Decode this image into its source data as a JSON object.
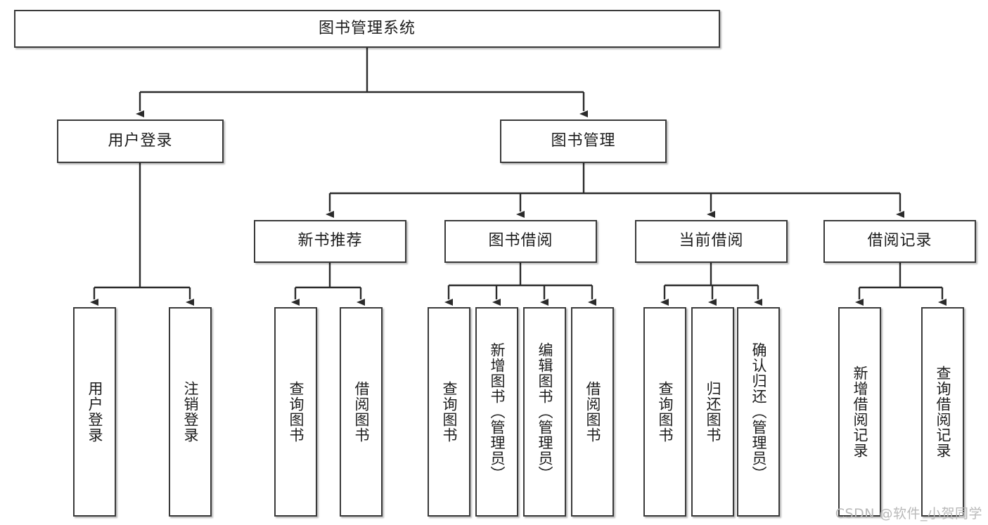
{
  "diagram": {
    "title_node": {
      "label": "图书管理系统"
    },
    "level2": [
      {
        "label": "用户登录"
      },
      {
        "label": "图书管理"
      }
    ],
    "level3": [
      {
        "label": "新书推荐"
      },
      {
        "label": "图书借阅"
      },
      {
        "label": "当前借阅"
      },
      {
        "label": "借阅记录"
      }
    ],
    "leaves": {
      "user_login": [
        {
          "label": "用户登录"
        },
        {
          "label": "注销登录"
        }
      ],
      "new_book_recommend": [
        {
          "label": "查询图书"
        },
        {
          "label": "借阅图书"
        }
      ],
      "book_borrow": [
        {
          "label": "查询图书"
        },
        {
          "label": "新增图书（管理员）"
        },
        {
          "label": "编辑图书（管理员）"
        },
        {
          "label": "借阅图书"
        }
      ],
      "current_borrow": [
        {
          "label": "查询图书"
        },
        {
          "label": "归还图书"
        },
        {
          "label": "确认归还（管理员）"
        }
      ],
      "borrow_record": [
        {
          "label": "新增借阅记录"
        },
        {
          "label": "查询借阅记录"
        }
      ]
    }
  },
  "watermark": {
    "text": "CSDN @软件_小贺同学"
  },
  "colors": {
    "box_border": "#3a3a3a",
    "box_fill": "#ffffff",
    "line": "#2b2b2b",
    "text": "#1c1c1c",
    "watermark": "#b9b9b9"
  }
}
